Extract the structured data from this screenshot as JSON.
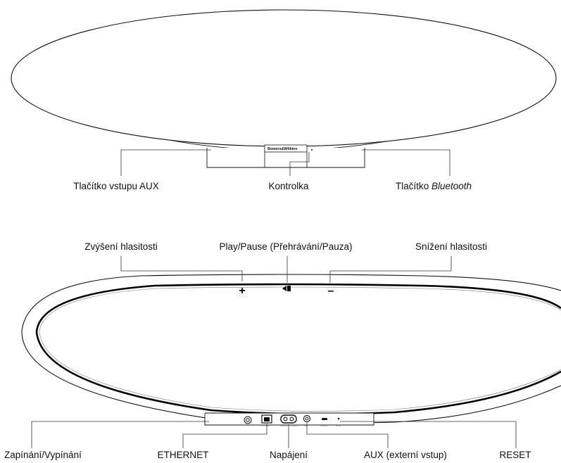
{
  "top_view": {
    "brand": "Bowers&Wilkins",
    "labels": {
      "aux_button": "Tlačítko vstupu AUX",
      "indicator": "Kontrolka",
      "bluetooth_prefix": "Tlačítko ",
      "bluetooth_word": "Bluetooth"
    }
  },
  "rear_view": {
    "labels": {
      "volume_up": "Zvýšení hlasitosti",
      "play_pause": "Play/Pause (Přehrávání/Pauza)",
      "volume_down": "Snížení hlasitosti",
      "power": "Zapínání/Vypínání",
      "ethernet": "ETHERNET",
      "mains": "Napájení",
      "aux_input": "AUX (externí vstup)",
      "reset": "RESET"
    },
    "buttons": {
      "plus": "+",
      "minus": "–"
    },
    "port_marks": {
      "ethernet": "ETHERNET",
      "mains": "100-240V~ 50/60Hz",
      "aux": "AUX",
      "service": "SERVICE",
      "reset": "RESET"
    }
  }
}
